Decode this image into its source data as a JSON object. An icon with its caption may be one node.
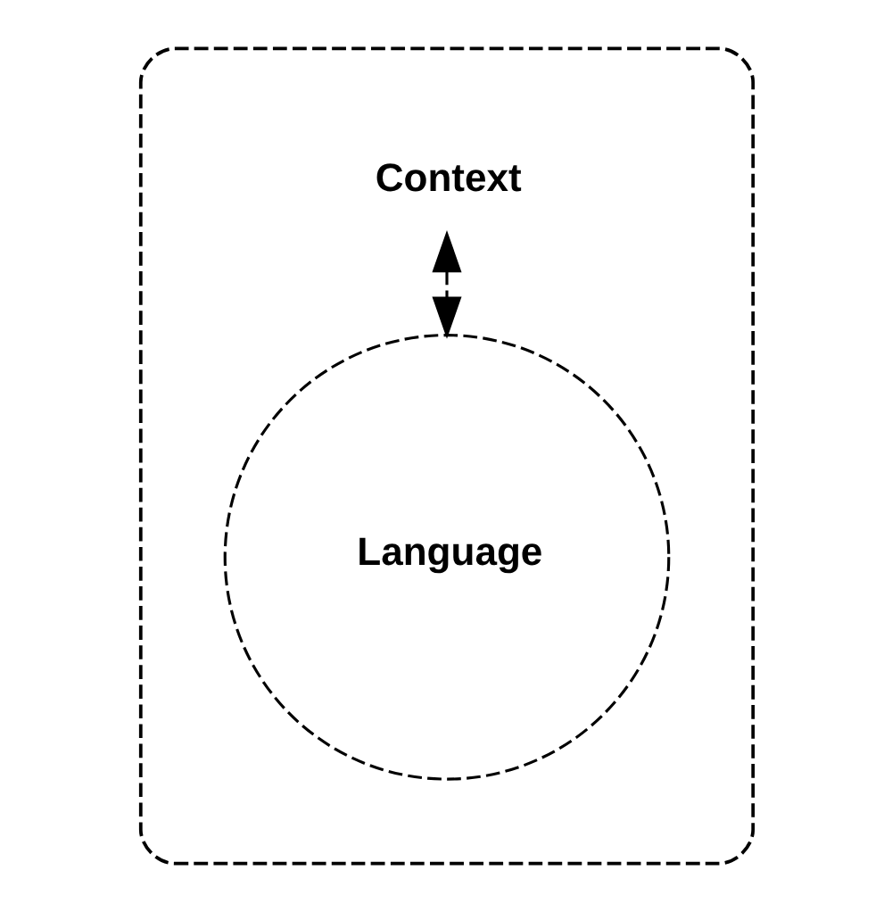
{
  "diagram": {
    "nodes": [
      {
        "text": [
          "Context"
        ]
      },
      {
        "text": [
          "Language"
        ],
        "in": 0
      }
    ],
    "edges": [
      {
        "from": 0,
        "to": 1,
        "arrow": "both",
        "style": "dashed"
      }
    ]
  }
}
